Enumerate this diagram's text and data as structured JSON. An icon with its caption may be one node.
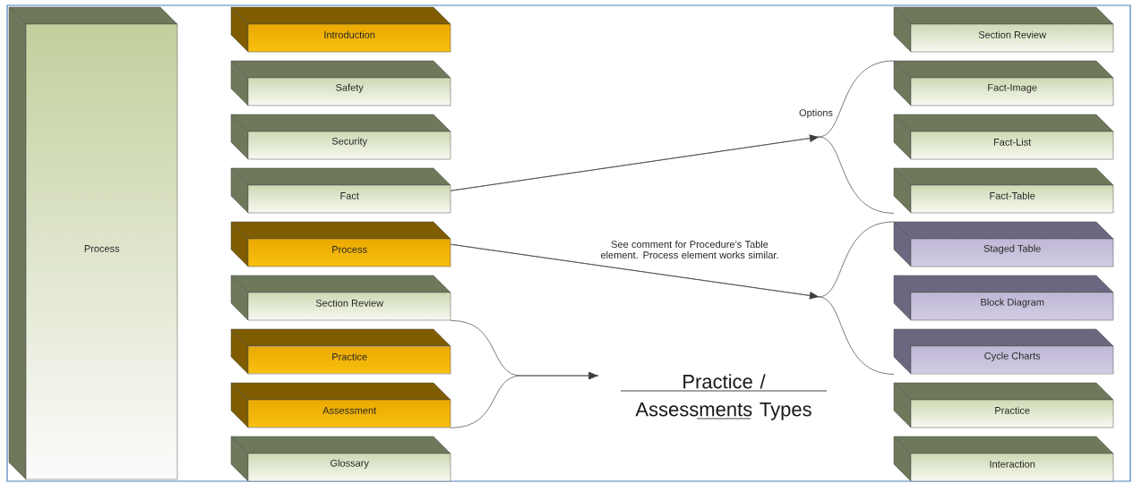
{
  "diagram": {
    "nodes": [
      {
        "text": [
          "Process"
        ]
      },
      {
        "text": [
          "Introduction"
        ]
      },
      {
        "text": [
          "Safety"
        ]
      },
      {
        "text": [
          "Security"
        ]
      },
      {
        "text": [
          "Fact"
        ]
      },
      {
        "text": [
          "Process"
        ]
      },
      {
        "text": [
          "Section Review"
        ]
      },
      {
        "text": [
          "Practice"
        ]
      },
      {
        "text": [
          "Assessment"
        ]
      },
      {
        "text": [
          "Glossary"
        ]
      },
      {
        "text": [
          "Section Review"
        ]
      },
      {
        "text": [
          "Fact-Image"
        ]
      },
      {
        "text": [
          "Fact-List"
        ]
      },
      {
        "text": [
          "Fact-Table"
        ]
      },
      {
        "text": [
          "Staged Table"
        ]
      },
      {
        "text": [
          "Block Diagram"
        ]
      },
      {
        "text": [
          "Cycle Charts"
        ]
      },
      {
        "text": [
          "Practice"
        ]
      },
      {
        "text": [
          "Interaction"
        ]
      },
      {
        "text": [
          "Practice / Assessments Types"
        ]
      }
    ],
    "edges": [
      {
        "from": 4,
        "to": 11,
        "arrow": "to"
      },
      {
        "from": 4,
        "to": 13,
        "arrow": "to"
      },
      {
        "from": 5,
        "to": 14,
        "arrow": "to"
      },
      {
        "from": 5,
        "to": 16,
        "arrow": "to"
      },
      {
        "from": 6,
        "to": 19,
        "arrow": "to"
      },
      {
        "from": 8,
        "to": 19,
        "arrow": "to"
      }
    ],
    "labels": [
      "Options",
      "See comment for Procedure’s Table element. Process element works similar."
    ]
  }
}
